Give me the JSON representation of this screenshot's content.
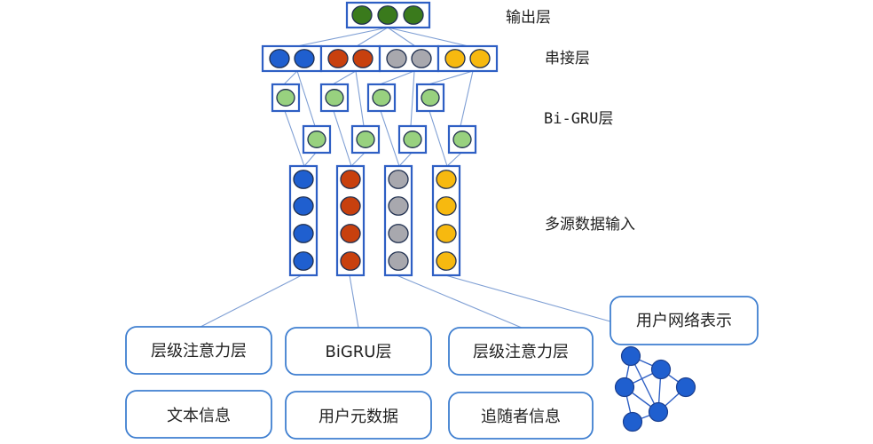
{
  "diagram": {
    "layer_labels": {
      "output": "输出层",
      "concat": "串接层",
      "bigru": "Bi-GRU层",
      "input": "多源数据输入"
    },
    "colors": {
      "output": "#3a7a1c",
      "source_1": "#1f5fcf",
      "source_2": "#c8400e",
      "source_3": "#a8a8ae",
      "source_4": "#f7b90f",
      "gru": "#98d17f",
      "graph_node": "#1f5fcf",
      "box_border": "#2e5fc4"
    },
    "output_layer": {
      "node_count": 3
    },
    "concat_layer": {
      "groups": 4,
      "nodes_per_group": 2
    },
    "bigru_layer": {
      "upper_units": 4,
      "lower_units": 4
    },
    "input_layer": {
      "columns": 4,
      "nodes_per_column": 4
    },
    "modules": {
      "row1": [
        "层级注意力层",
        "BiGRU层",
        "层级注意力层"
      ],
      "row2": [
        "文本信息",
        "用户元数据",
        "追随者信息"
      ],
      "network": "用户网络表示"
    },
    "graph": {
      "nodes": 6,
      "edges": [
        [
          0,
          1
        ],
        [
          0,
          2
        ],
        [
          0,
          4
        ],
        [
          1,
          2
        ],
        [
          1,
          3
        ],
        [
          1,
          4
        ],
        [
          2,
          4
        ],
        [
          2,
          5
        ],
        [
          3,
          4
        ],
        [
          4,
          5
        ]
      ]
    }
  }
}
